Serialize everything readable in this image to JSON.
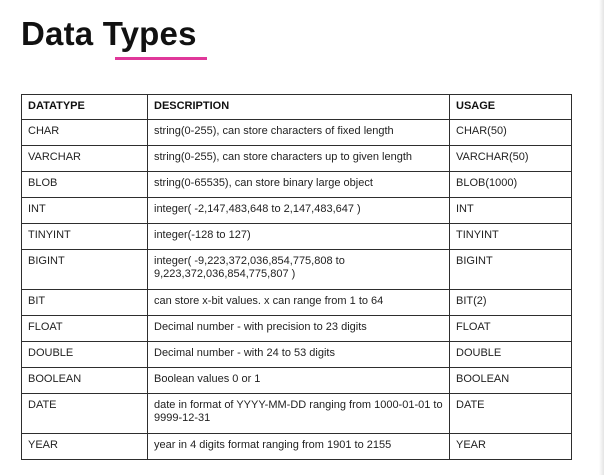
{
  "title": "Data Types",
  "colors": {
    "accent_underline": "#e0389a",
    "table_border": "#2e2e2e",
    "text": "#111111"
  },
  "table": {
    "headers": [
      "DATATYPE",
      "DESCRIPTION",
      "USAGE"
    ],
    "rows": [
      [
        "CHAR",
        "string(0-255), can store characters of fixed length",
        "CHAR(50)"
      ],
      [
        "VARCHAR",
        "string(0-255), can store characters up to given length",
        "VARCHAR(50)"
      ],
      [
        "BLOB",
        "string(0-65535), can store binary large object",
        "BLOB(1000)"
      ],
      [
        "INT",
        "integer( -2,147,483,648 to 2,147,483,647 )",
        "INT"
      ],
      [
        "TINYINT",
        "integer(-128 to 127)",
        "TINYINT"
      ],
      [
        "BIGINT",
        "integer( -9,223,372,036,854,775,808 to 9,223,372,036,854,775,807 )",
        "BIGINT"
      ],
      [
        "BIT",
        "can store x-bit values. x can range from 1 to 64",
        "BIT(2)"
      ],
      [
        "FLOAT",
        "Decimal number - with precision to 23 digits",
        "FLOAT"
      ],
      [
        "DOUBLE",
        "Decimal number - with 24 to 53 digits",
        "DOUBLE"
      ],
      [
        "BOOLEAN",
        "Boolean values 0 or 1",
        "BOOLEAN"
      ],
      [
        "DATE",
        "date in format of YYYY-MM-DD ranging from 1000-01-01 to 9999-12-31",
        "DATE"
      ],
      [
        "YEAR",
        "year in 4 digits format ranging from 1901 to 2155",
        "YEAR"
      ]
    ]
  }
}
